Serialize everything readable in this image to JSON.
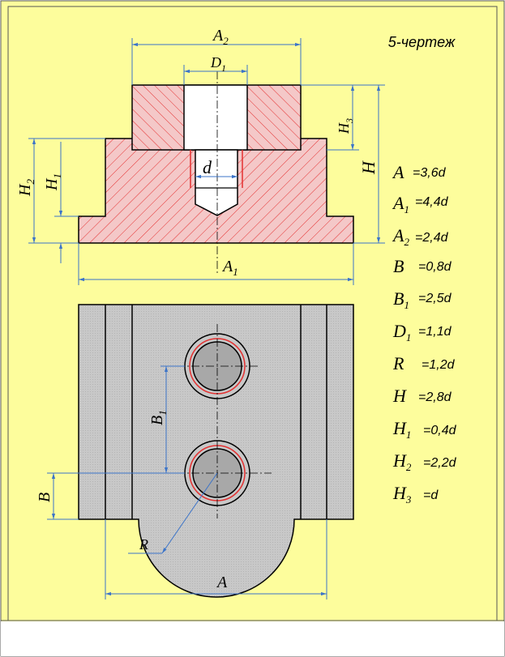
{
  "sheet_title": "5-чертеж",
  "dimensions": {
    "A2": {
      "letter": "A",
      "sub": "2"
    },
    "D1": {
      "letter": "D",
      "sub": "1"
    },
    "H3": {
      "letter": "H",
      "sub": "3"
    },
    "H": {
      "letter": "H",
      "sub": ""
    },
    "H2": {
      "letter": "H",
      "sub": "2"
    },
    "H1": {
      "letter": "H",
      "sub": "1"
    },
    "d": {
      "letter": "d",
      "sub": ""
    },
    "A1": {
      "letter": "A",
      "sub": "1"
    },
    "B1": {
      "letter": "B",
      "sub": "1"
    },
    "B": {
      "letter": "B",
      "sub": ""
    },
    "R": {
      "letter": "R",
      "sub": ""
    },
    "A": {
      "letter": "A",
      "sub": ""
    }
  },
  "legend": [
    {
      "letter": "A",
      "sub": "",
      "value": "=3,6d"
    },
    {
      "letter": "A",
      "sub": "1",
      "value": "=4,4d"
    },
    {
      "letter": "A",
      "sub": "2",
      "value": "=2,4d"
    },
    {
      "letter": "B",
      "sub": "",
      "value": "=0,8d"
    },
    {
      "letter": "B",
      "sub": "1",
      "value": "=2,5d"
    },
    {
      "letter": "D",
      "sub": "1",
      "value": "=1,1d"
    },
    {
      "letter": "R",
      "sub": "",
      "value": "=1,2d"
    },
    {
      "letter": "H",
      "sub": "",
      "value": "=2,8d"
    },
    {
      "letter": "H",
      "sub": "1",
      "value": "=0,4d"
    },
    {
      "letter": "H",
      "sub": "2",
      "value": "=2,2d"
    },
    {
      "letter": "H",
      "sub": "3",
      "value": "=d"
    }
  ],
  "colors": {
    "sheet": "#fdfd9c",
    "section_fill": "#f4c8c8",
    "hatch": "#e53030",
    "part_fill": "#c8c8c8",
    "hole_fill": "#a8a8a8",
    "dim_line": "#3c74c8"
  }
}
